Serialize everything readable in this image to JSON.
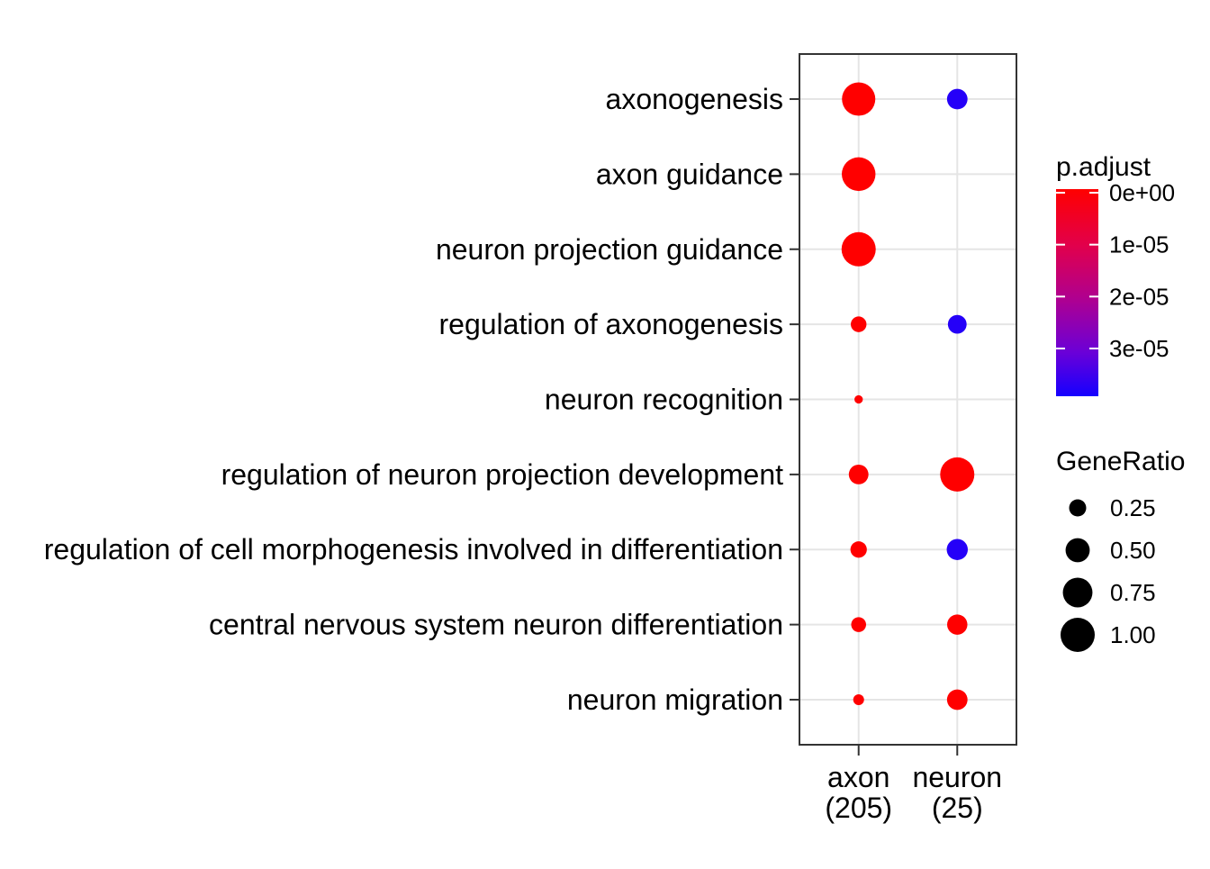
{
  "figure": {
    "background": "#FFFFFF",
    "kind": "enrichment-dotplot"
  },
  "chart_data": {
    "type": "scatter",
    "subtype": "dotplot",
    "title": "",
    "xlabel": "",
    "ylabel": "",
    "grid": true,
    "x_categories": [
      {
        "label": "axon",
        "sublabel": "(205)"
      },
      {
        "label": "neuron",
        "sublabel": "(25)"
      }
    ],
    "y_categories": [
      "axonogenesis",
      "axon guidance",
      "neuron projection guidance",
      "regulation of axonogenesis",
      "neuron recognition",
      "regulation of neuron projection development",
      "regulation of cell morphogenesis involved in differentiation",
      "central nervous system neuron differentiation",
      "neuron migration"
    ],
    "points": [
      {
        "x": "axon",
        "y": "axonogenesis",
        "gene_ratio": 0.95,
        "p_adjust": 0
      },
      {
        "x": "neuron",
        "y": "axonogenesis",
        "gene_ratio": 0.36,
        "p_adjust": 3.7e-05
      },
      {
        "x": "axon",
        "y": "axon guidance",
        "gene_ratio": 0.97,
        "p_adjust": 0
      },
      {
        "x": "axon",
        "y": "neuron projection guidance",
        "gene_ratio": 1.0,
        "p_adjust": 0
      },
      {
        "x": "axon",
        "y": "regulation of axonogenesis",
        "gene_ratio": 0.21,
        "p_adjust": 0
      },
      {
        "x": "neuron",
        "y": "regulation of axonogenesis",
        "gene_ratio": 0.3,
        "p_adjust": 3.7e-05
      },
      {
        "x": "axon",
        "y": "neuron recognition",
        "gene_ratio": 0.06,
        "p_adjust": 0
      },
      {
        "x": "axon",
        "y": "regulation of neuron projection development",
        "gene_ratio": 0.33,
        "p_adjust": 0
      },
      {
        "x": "neuron",
        "y": "regulation of neuron projection development",
        "gene_ratio": 1.0,
        "p_adjust": 0
      },
      {
        "x": "axon",
        "y": "regulation of cell morphogenesis involved in differentiation",
        "gene_ratio": 0.23,
        "p_adjust": 0
      },
      {
        "x": "neuron",
        "y": "regulation of cell morphogenesis involved in differentiation",
        "gene_ratio": 0.38,
        "p_adjust": 3.7e-05
      },
      {
        "x": "axon",
        "y": "central nervous system neuron differentiation",
        "gene_ratio": 0.19,
        "p_adjust": 0
      },
      {
        "x": "neuron",
        "y": "central nervous system neuron differentiation",
        "gene_ratio": 0.35,
        "p_adjust": 0
      },
      {
        "x": "axon",
        "y": "neuron migration",
        "gene_ratio": 0.1,
        "p_adjust": 0
      },
      {
        "x": "neuron",
        "y": "neuron migration",
        "gene_ratio": 0.36,
        "p_adjust": 0
      }
    ],
    "color_legend": {
      "title": "p.adjust",
      "tick_labels": [
        "0e+00",
        "1e-05",
        "2e-05",
        "3e-05"
      ],
      "tick_values": [
        0,
        1e-05,
        2e-05,
        3e-05
      ],
      "max_value": 3.85e-05,
      "low_color": "#FF0000",
      "high_color": "#1500FF",
      "gradient_stops": [
        {
          "offset": 0.0,
          "color": "#FF0000"
        },
        {
          "offset": 0.27,
          "color": "#E2004B"
        },
        {
          "offset": 0.53,
          "color": "#AF0090"
        },
        {
          "offset": 0.79,
          "color": "#6A00D8"
        },
        {
          "offset": 1.0,
          "color": "#1500FF"
        }
      ]
    },
    "size_legend": {
      "title": "GeneRatio",
      "entries": [
        {
          "label": "0.25",
          "value": 0.25
        },
        {
          "label": "0.50",
          "value": 0.5
        },
        {
          "label": "0.75",
          "value": 0.75
        },
        {
          "label": "1.00",
          "value": 1.0
        }
      ],
      "dot_color": "#000000"
    },
    "style_colors": {
      "grid_color": "#E5E5E5",
      "panel_border": "#333333",
      "tick_color": "#333333",
      "text_color": "#000000"
    }
  }
}
